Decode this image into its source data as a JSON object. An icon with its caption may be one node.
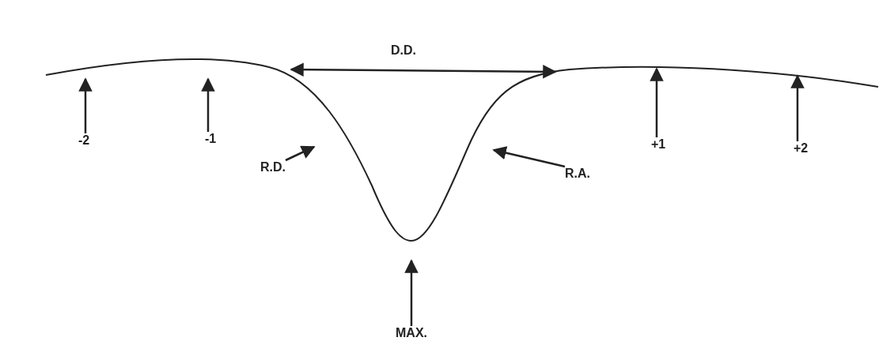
{
  "diagram": {
    "nodes": [
      {
        "text": [
          "-2"
        ]
      },
      {
        "text": [
          "-1"
        ]
      },
      {
        "text": [
          "R.D."
        ]
      },
      {
        "text": [
          "R.A."
        ]
      },
      {
        "text": [
          "+1"
        ]
      },
      {
        "text": [
          "+2"
        ]
      },
      {
        "text": [
          "MAX."
        ]
      }
    ],
    "edges": [
      {
        "from": 0,
        "to": null,
        "arrow": "to"
      },
      {
        "from": 1,
        "to": null,
        "arrow": "to"
      },
      {
        "from": 2,
        "to": null,
        "arrow": "to"
      },
      {
        "from": 3,
        "to": null,
        "arrow": "to"
      },
      {
        "from": 4,
        "to": null,
        "arrow": "to"
      },
      {
        "from": 5,
        "to": null,
        "arrow": "to"
      },
      {
        "from": 6,
        "to": null,
        "arrow": "to"
      }
    ],
    "labels": [
      "D.D."
    ]
  }
}
